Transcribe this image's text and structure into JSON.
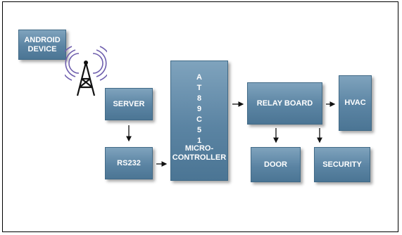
{
  "diagram": {
    "android": "ANDROID\nDEVICE",
    "server": "SERVER",
    "rs232": "RS232",
    "mcu_letters": [
      "A",
      "T",
      "8",
      "9",
      "C",
      "5",
      "1"
    ],
    "mcu_sub": "MICRO-\nCONTROLLER",
    "relay": "RELAY BOARD",
    "hvac": "HVAC",
    "door": "DOOR",
    "security": "SECURITY"
  }
}
